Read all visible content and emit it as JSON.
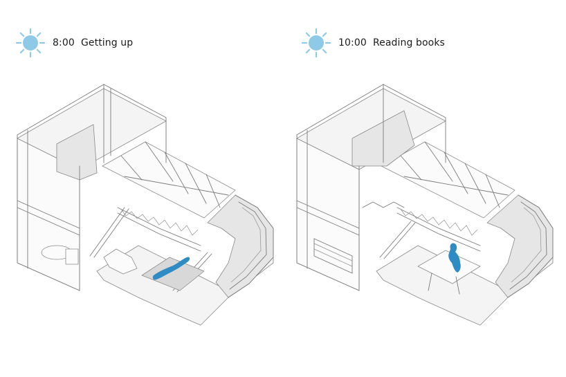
{
  "colors": {
    "sun": "#8fc9e8",
    "figure": "#2f8bc4"
  },
  "scenes": [
    {
      "caption": "8:00  Getting up",
      "icon": "sun-icon",
      "activity": "sleeping-figure"
    },
    {
      "caption": "10:00  Reading books",
      "icon": "sun-icon",
      "activity": "seated-reading-figure"
    }
  ]
}
